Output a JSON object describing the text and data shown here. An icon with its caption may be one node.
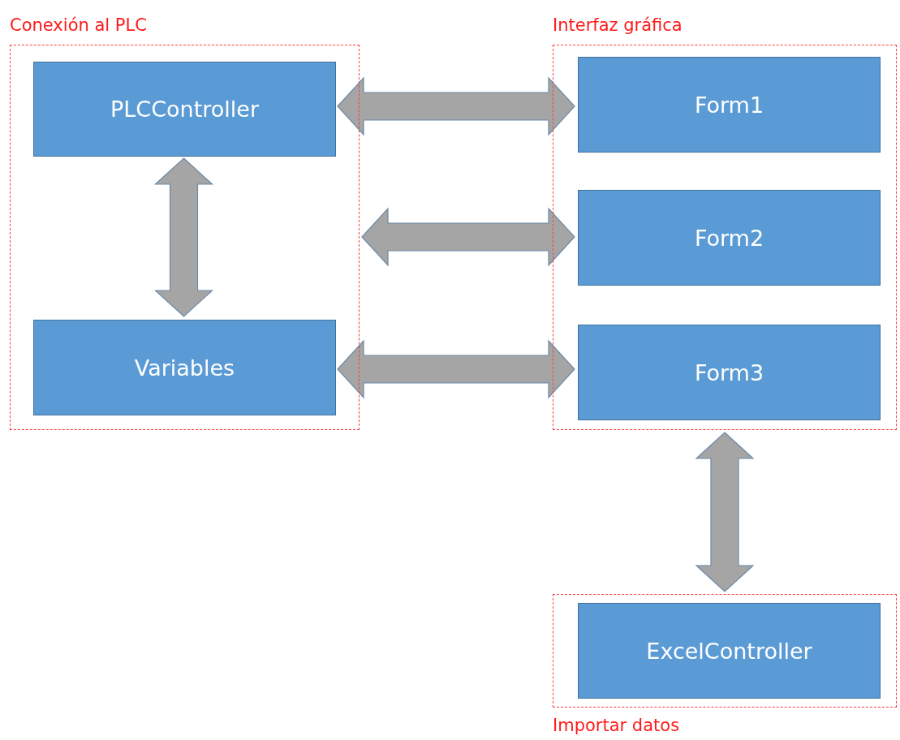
{
  "diagram": {
    "nodes": [
      {
        "text": [
          "Conexión al PLC"
        ]
      },
      {
        "text": [
          "PLCController"
        ],
        "in": 0
      },
      {
        "text": [
          "Variables"
        ],
        "in": 0
      },
      {
        "text": [
          "Interfaz gráfica"
        ]
      },
      {
        "text": [
          "Form1"
        ],
        "in": 3
      },
      {
        "text": [
          "Form2"
        ],
        "in": 3
      },
      {
        "text": [
          "Form3"
        ],
        "in": 3
      },
      {
        "text": [
          "Importar datos"
        ]
      },
      {
        "text": [
          "ExcelController"
        ],
        "in": 7
      }
    ],
    "edges": [
      {
        "from": 1,
        "to": 4,
        "arrow": "both"
      },
      {
        "from": 0,
        "to": 5,
        "arrow": "both"
      },
      {
        "from": 2,
        "to": 6,
        "arrow": "both"
      },
      {
        "from": 1,
        "to": 2,
        "arrow": "both"
      },
      {
        "from": 3,
        "to": 7,
        "arrow": "both"
      }
    ]
  }
}
